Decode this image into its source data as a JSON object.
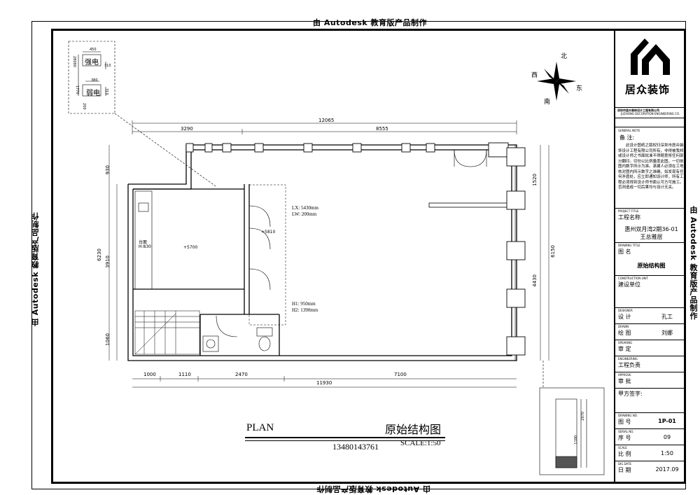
{
  "watermark": {
    "text": "由 Autodesk 教育版产品制作"
  },
  "compass": {
    "north": "北",
    "south": "南",
    "east": "东",
    "west": "西"
  },
  "drawing": {
    "title_en": "PLAN",
    "title_cn": "原始结构图",
    "phone": "13480143761",
    "scale": "SCALE:1:50",
    "dims_top": {
      "total": "12065",
      "left": "3290",
      "right": "8555"
    },
    "dims_bottom": {
      "d1": "1000",
      "d2": "1110",
      "d3": "2470",
      "d4": "7100",
      "total": "11930"
    },
    "dims_left": {
      "top": "930",
      "total": "6230",
      "mid": "3910",
      "bottom": "1060"
    },
    "dims_right": {
      "top": "1520",
      "mid": "4430",
      "total": "6150"
    },
    "annotations": {
      "lx": "LX: 5430mm",
      "lw": "LW: 200mm",
      "h1": "H1: 950mm",
      "h2": "H2: 1390mm",
      "elev1": "+5810",
      "elev2": "+5700",
      "counter": "台面",
      "counter_h": "H:830"
    },
    "inset_top": {
      "label1": "强电",
      "label2": "弱电",
      "w1": "450",
      "w2": "380",
      "h1": "28090",
      "h2": "1770",
      "h3": "200",
      "s1": "310",
      "s2": "310"
    },
    "inset_bottom": {
      "d1": "2070",
      "d2": "1100"
    }
  },
  "title_block": {
    "company_cn": "深圳市居众装饰设计工程有限公司",
    "company_en": "JUZHONG DECORATION ENGINEERING CO.",
    "logo_text": "居众装饰",
    "note_label_en": "GENERAL NOTE",
    "note_label_cn": "备 注:",
    "note_body": "此设计图纸之版权归深圳市居众装饰设计工程有限公司所有，非得被我邦或设计师之书面批准不得随意将任何部分翻印。切勿以比例量度此图。一切依图内数字所示为准。承建人必须在工地核对图内所示数字之准确，如发现有任何矛盾处，应立即通知设计师，所有工程必须得到设计师书面认可方可施工。否则造成一切后果均与设计无关。",
    "project_label_en": "PROJECT TITLE",
    "project_label_cn": "工程名称",
    "project_name_1": "惠州双月湾2期36-01",
    "project_name_2": "王总雅居",
    "drawing_label_en": "DRAWING TITLE",
    "drawing_label_cn": "图  名",
    "drawing_name": "原始结构图",
    "unit_label_en": "CONSTRUCTION UNIT",
    "unit_label_cn": "建设单位",
    "rows": [
      {
        "en": "DESIGNER",
        "cn": "设  计",
        "val": "孔工"
      },
      {
        "en": "DRAWN",
        "cn": "绘  图",
        "val": "刘娜"
      },
      {
        "en": "SPEAKING",
        "cn": "审  定",
        "val": ""
      },
      {
        "en": "ENGINEERING",
        "cn": "工程负责",
        "val": ""
      },
      {
        "en": "APPROVE",
        "cn": "审  批",
        "val": ""
      }
    ],
    "client_sign": "甲方签字:",
    "rows2": [
      {
        "en": "DRAWING NO.",
        "cn": "图  号",
        "val": "1P-01"
      },
      {
        "en": "SERIAL NO.",
        "cn": "序  号",
        "val": "09"
      },
      {
        "en": "SCALE",
        "cn": "比  例",
        "val": "1:50"
      },
      {
        "en": "DIG.DATE",
        "cn": "日  期",
        "val": "2017.09"
      }
    ]
  }
}
